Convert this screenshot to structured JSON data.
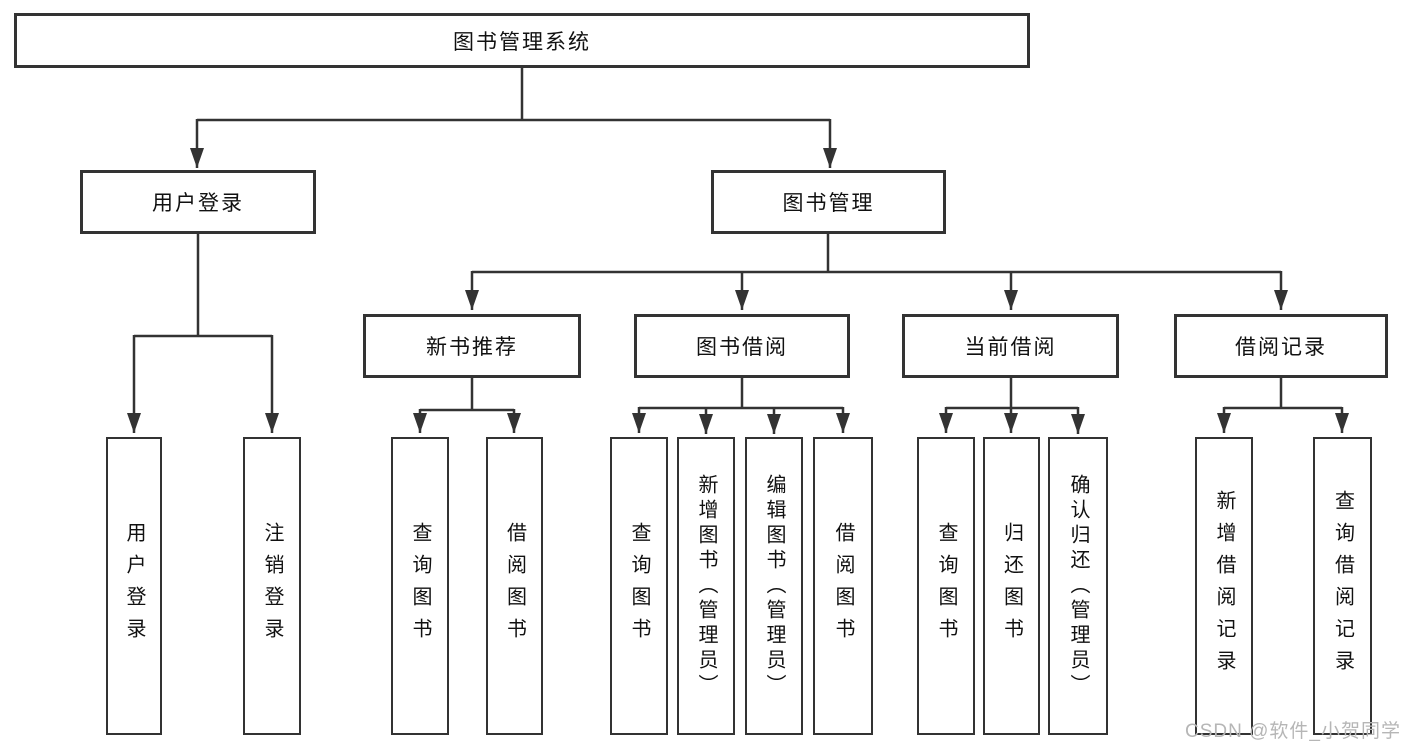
{
  "diagram": {
    "root": {
      "label": "图书管理系统"
    },
    "level2": [
      {
        "label": "用户登录"
      },
      {
        "label": "图书管理"
      }
    ],
    "level3": [
      {
        "label": "新书推荐"
      },
      {
        "label": "图书借阅"
      },
      {
        "label": "当前借阅"
      },
      {
        "label": "借阅记录"
      }
    ],
    "leaves": {
      "user_login": [
        "用户登录",
        "注销登录"
      ],
      "new_book": [
        "查询图书",
        "借阅图书"
      ],
      "book_borrow": [
        "查询图书",
        "新增图书（管理员）",
        "编辑图书（管理员）",
        "借阅图书"
      ],
      "current_borrow": [
        "查询图书",
        "归还图书",
        "确认归还（管理员）"
      ],
      "borrow_record": [
        "新增借阅记录",
        "查询借阅记录"
      ]
    }
  },
  "watermark": {
    "text": "CSDN @软件_小贺同学"
  },
  "colors": {
    "line": "#333333",
    "border": "#333333",
    "text": "#111111",
    "background": "#ffffff",
    "watermark": "#b6b6b6"
  }
}
